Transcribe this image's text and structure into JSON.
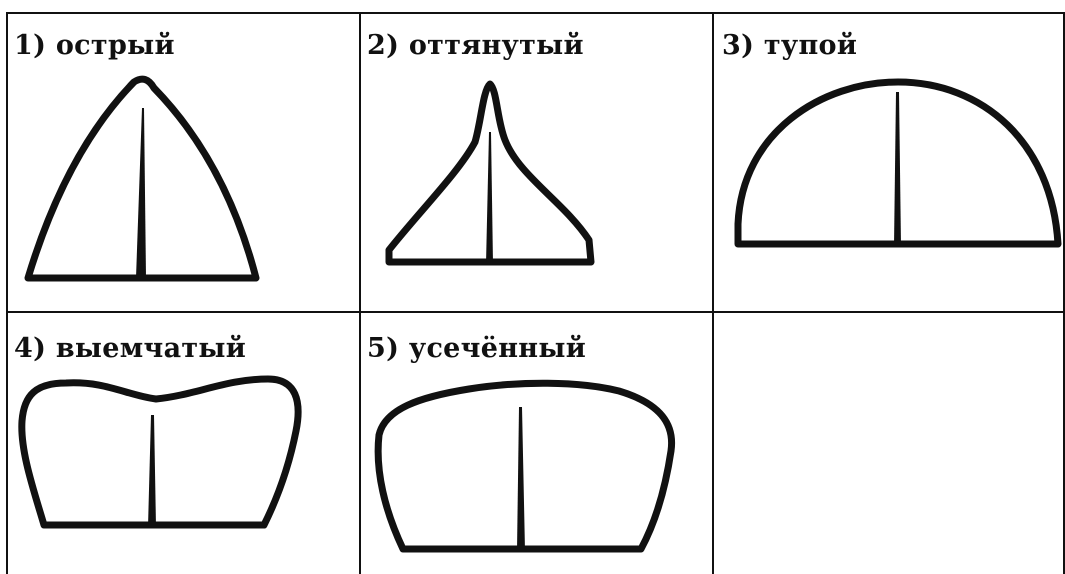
{
  "table": {
    "cells": [
      {
        "label": "1) острый"
      },
      {
        "label": "2) оттянутый"
      },
      {
        "label": "3) тупой"
      },
      {
        "label": "4) выемчатый"
      },
      {
        "label": "5) усечённый"
      },
      {
        "label": ""
      }
    ]
  }
}
